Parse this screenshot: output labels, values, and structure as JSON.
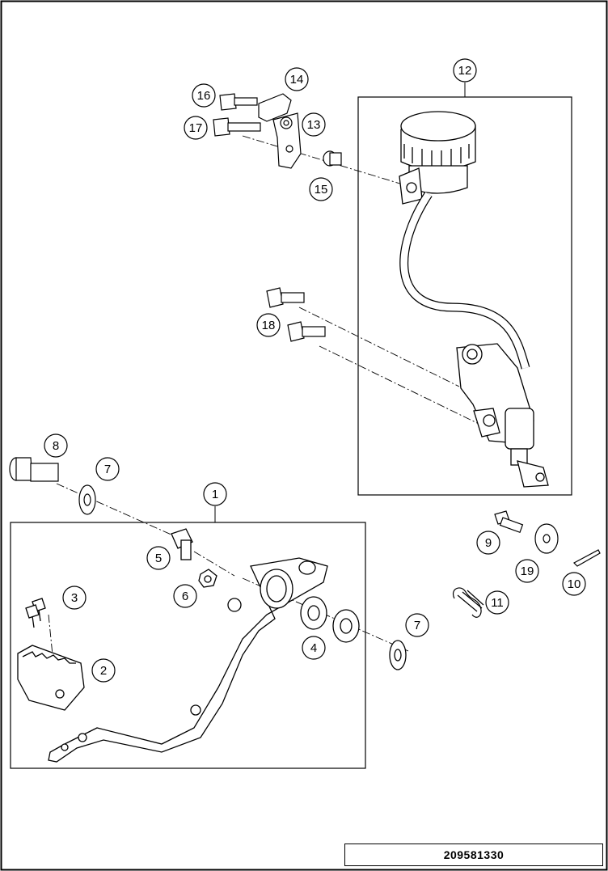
{
  "diagram": {
    "callouts": [
      {
        "id": "c1",
        "label": "1"
      },
      {
        "id": "c2",
        "label": "2"
      },
      {
        "id": "c3",
        "label": "3"
      },
      {
        "id": "c4",
        "label": "4"
      },
      {
        "id": "c5",
        "label": "5"
      },
      {
        "id": "c6",
        "label": "6"
      },
      {
        "id": "c7a",
        "label": "7"
      },
      {
        "id": "c7b",
        "label": "7"
      },
      {
        "id": "c8",
        "label": "8"
      },
      {
        "id": "c9",
        "label": "9"
      },
      {
        "id": "c10",
        "label": "10"
      },
      {
        "id": "c11",
        "label": "11"
      },
      {
        "id": "c12",
        "label": "12"
      },
      {
        "id": "c13",
        "label": "13"
      },
      {
        "id": "c14",
        "label": "14"
      },
      {
        "id": "c15",
        "label": "15"
      },
      {
        "id": "c16",
        "label": "16"
      },
      {
        "id": "c17",
        "label": "17"
      },
      {
        "id": "c18",
        "label": "18"
      },
      {
        "id": "c19",
        "label": "19"
      }
    ],
    "drawing_number": "209581330"
  }
}
